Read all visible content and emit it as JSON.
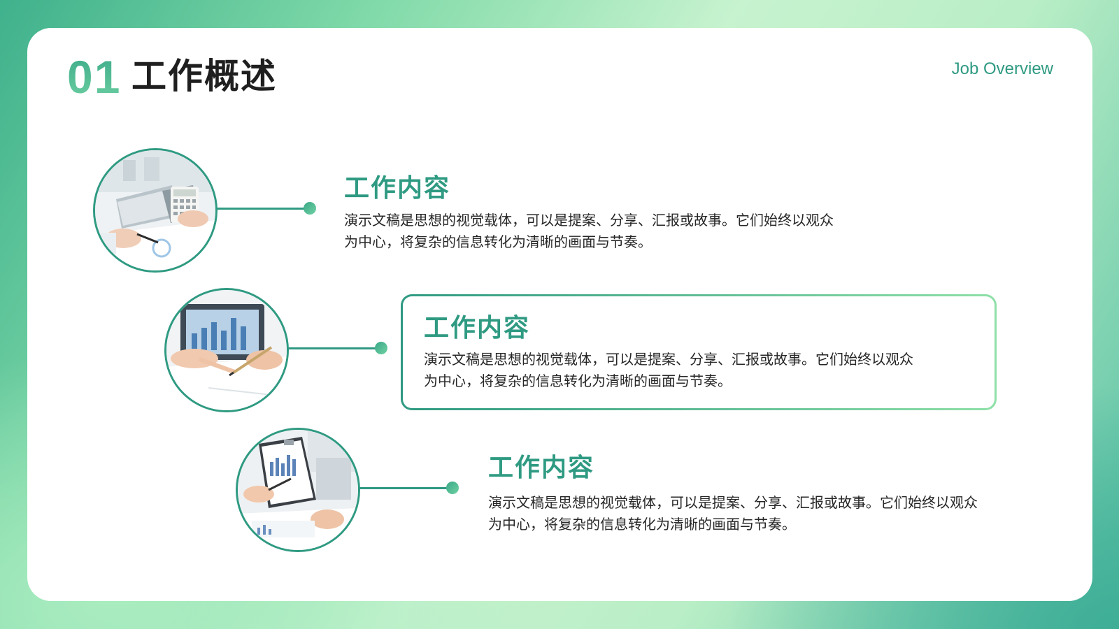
{
  "header": {
    "number": "01",
    "title": "工作概述",
    "subtitle": "Job Overview"
  },
  "items": [
    {
      "title": "工作内容",
      "body_line1": "演示文稿是思想的视觉载体，可以是提案、分享、汇报或故事。它们始终以观众",
      "body_line2": "为中心，将复杂的信息转化为清晰的画面与节奏。",
      "photo": "laptop-calculator-photo",
      "highlighted": false
    },
    {
      "title": "工作内容",
      "body_line1": "演示文稿是思想的视觉载体，可以是提案、分享、汇报或故事。它们始终以观众",
      "body_line2": "为中心，将复杂的信息转化为清晰的画面与节奏。",
      "photo": "meeting-pen-photo",
      "highlighted": true
    },
    {
      "title": "工作内容",
      "body_line1": "演示文稿是思想的视觉载体，可以是提案、分享、汇报或故事。它们始终以观众",
      "body_line2": "为中心，将复杂的信息转化为清晰的画面与节奏。",
      "photo": "chart-clipboard-photo",
      "highlighted": false
    }
  ],
  "colors": {
    "accent": "#2f9a82",
    "accent_light": "#6fd1a2",
    "title_text": "#1f1f1f",
    "body_text": "#262626"
  }
}
